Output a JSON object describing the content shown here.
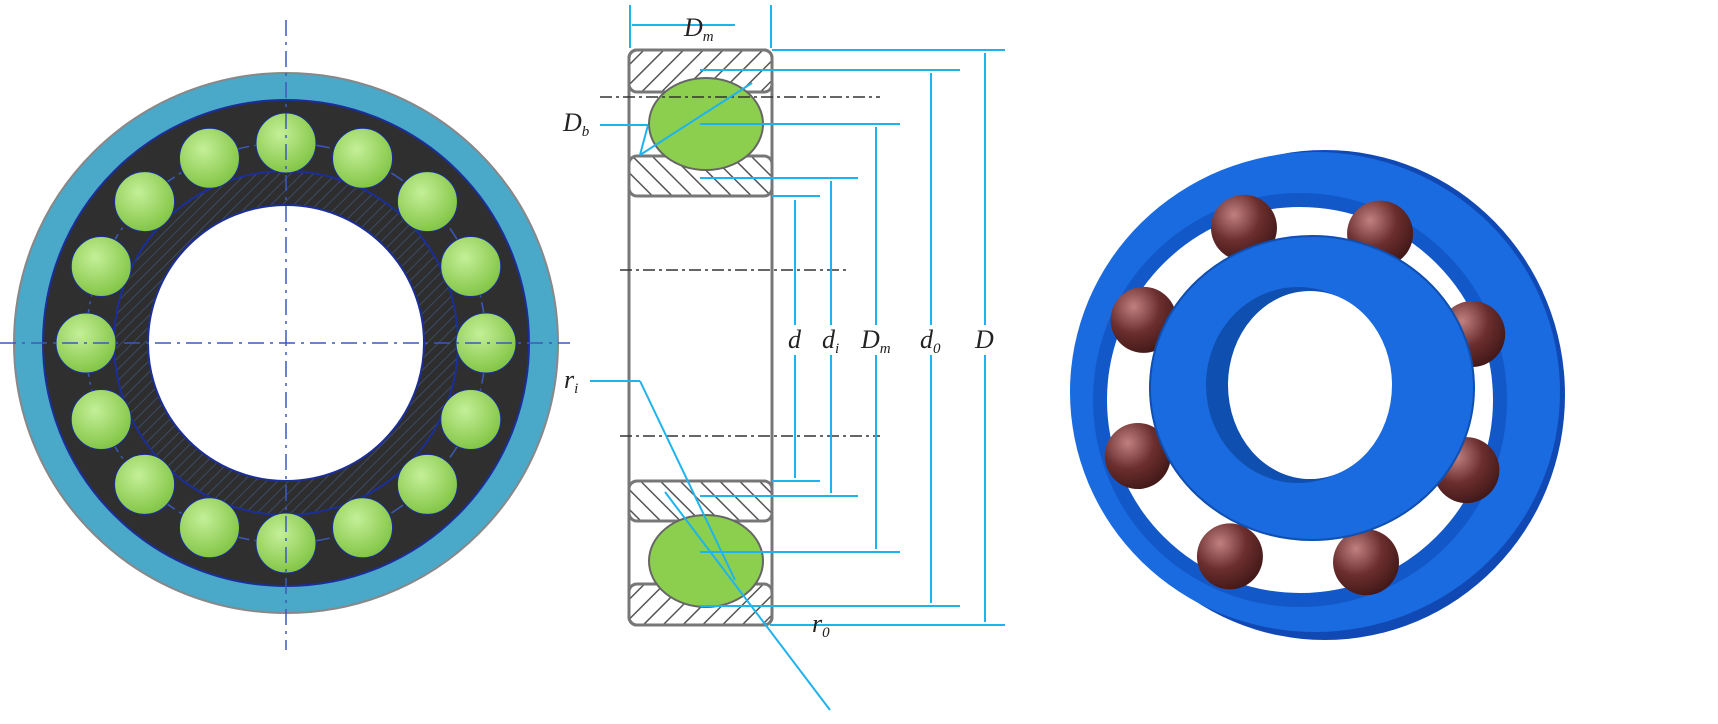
{
  "labels": {
    "width_top": {
      "main": "D",
      "sub": "m"
    },
    "ball_diameter": {
      "main": "D",
      "sub": "b"
    },
    "bore": {
      "main": "d",
      "sub": ""
    },
    "inner_race": {
      "main": "d",
      "sub": "i"
    },
    "pitch": {
      "main": "D",
      "sub": "m"
    },
    "outer_race": {
      "main": "d",
      "sub": "0"
    },
    "outer": {
      "main": "D",
      "sub": ""
    },
    "inner_radius": {
      "main": "r",
      "sub": "i"
    },
    "outer_radius": {
      "main": "r",
      "sub": "0"
    }
  },
  "colors": {
    "outer_ring": "#4aa8c8",
    "cage": "#333333",
    "ball": "#8ccf4e",
    "dimension": "#1fb3ee",
    "ring_3d": "#1565d8",
    "ball_3d": "#6b2e2e"
  },
  "counts": {
    "front_view_balls": 16,
    "iso_view_balls": 8
  }
}
